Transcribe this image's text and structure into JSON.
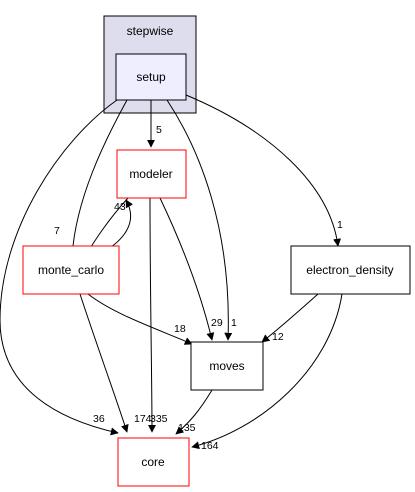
{
  "colors": {
    "cluster_fill": "#ddddee",
    "cluster_stroke": "#000000",
    "setup_fill": "#eeeeff",
    "red_border": "#ff0000",
    "black_border": "#000000",
    "edge": "#000000"
  },
  "cluster": {
    "label": "stepwise"
  },
  "nodes": {
    "setup": "setup",
    "modeler": "modeler",
    "monte_carlo": "monte_carlo",
    "electron_density": "electron_density",
    "moves": "moves",
    "core": "core"
  },
  "edges": [
    {
      "from": "setup",
      "to": "modeler",
      "label": "5"
    },
    {
      "from": "setup",
      "to": "monte_carlo",
      "label": "7"
    },
    {
      "from": "setup",
      "to": "moves",
      "label": "1"
    },
    {
      "from": "setup",
      "to": "electron_density",
      "label": "1"
    },
    {
      "from": "setup",
      "to": "core",
      "label": "36"
    },
    {
      "from": "modeler",
      "to": "monte_carlo",
      "label": "3"
    },
    {
      "from": "monte_carlo",
      "to": "modeler",
      "label": "43"
    },
    {
      "from": "modeler",
      "to": "moves",
      "label": "29"
    },
    {
      "from": "modeler",
      "to": "core",
      "label": "335"
    },
    {
      "from": "monte_carlo",
      "to": "moves",
      "label": "18"
    },
    {
      "from": "monte_carlo",
      "to": "core",
      "label": "174"
    },
    {
      "from": "electron_density",
      "to": "moves",
      "label": "12"
    },
    {
      "from": "electron_density",
      "to": "core",
      "label": "164"
    },
    {
      "from": "moves",
      "to": "core",
      "label": "135"
    }
  ]
}
